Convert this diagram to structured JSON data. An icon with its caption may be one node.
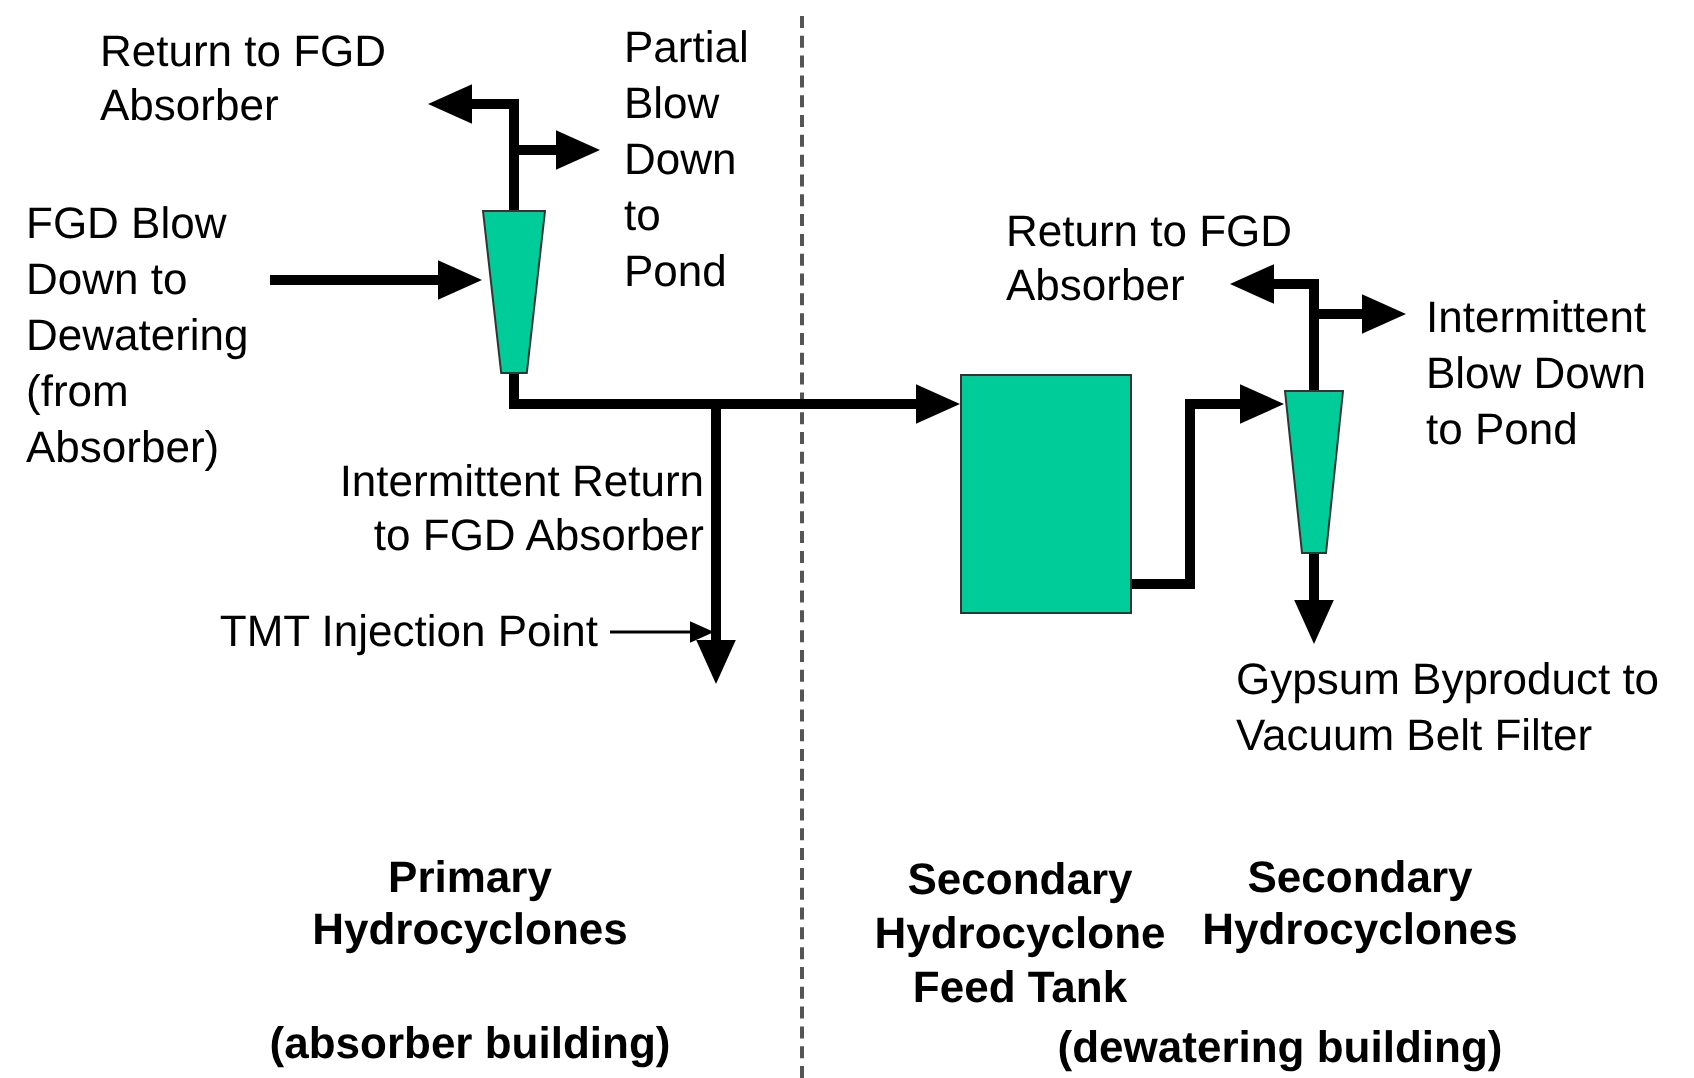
{
  "diagram": {
    "nodes": [
      {
        "text": [
          "Return to FGD Absorber"
        ]
      },
      {
        "text": [
          "Partial Blow Down to Pond"
        ]
      },
      {
        "text": [
          "FGD Blow Down to Dewatering (from Absorber)"
        ]
      },
      {
        "text": [],
        "shape": "trapezoid"
      },
      {
        "text": [
          "TMT Injection Point"
        ]
      },
      {
        "text": [],
        "shape": "box"
      },
      {
        "text": [
          "Return to FGD Absorber"
        ]
      },
      {
        "text": [
          "Intermittent Blow Down to Pond"
        ]
      },
      {
        "text": [],
        "shape": "trapezoid"
      },
      {
        "text": [
          "Gypsum Byproduct to Vacuum Belt Filter"
        ]
      }
    ],
    "edges": [
      {
        "from": 2,
        "to": 3,
        "arrow": "to"
      },
      {
        "from": 3,
        "to": 0,
        "arrow": "to"
      },
      {
        "from": 3,
        "to": 1,
        "arrow": "to"
      },
      {
        "from": 3,
        "to": 5,
        "arrow": "to"
      },
      {
        "from": 3,
        "to": null,
        "arrow": "to"
      },
      {
        "from": 4,
        "to": null,
        "arrow": "to"
      },
      {
        "from": 5,
        "to": 8,
        "arrow": "to"
      },
      {
        "from": 8,
        "to": 6,
        "arrow": "to"
      },
      {
        "from": 8,
        "to": 7,
        "arrow": "to"
      },
      {
        "from": 8,
        "to": 9,
        "arrow": "to"
      }
    ],
    "labels": [
      "Intermittent Return to FGD Absorber",
      "Primary Hydrocyclones",
      "Secondary Hydrocyclone Feed Tank",
      "Secondary Hydrocyclones",
      "(absorber building)",
      "(dewatering building)"
    ]
  }
}
